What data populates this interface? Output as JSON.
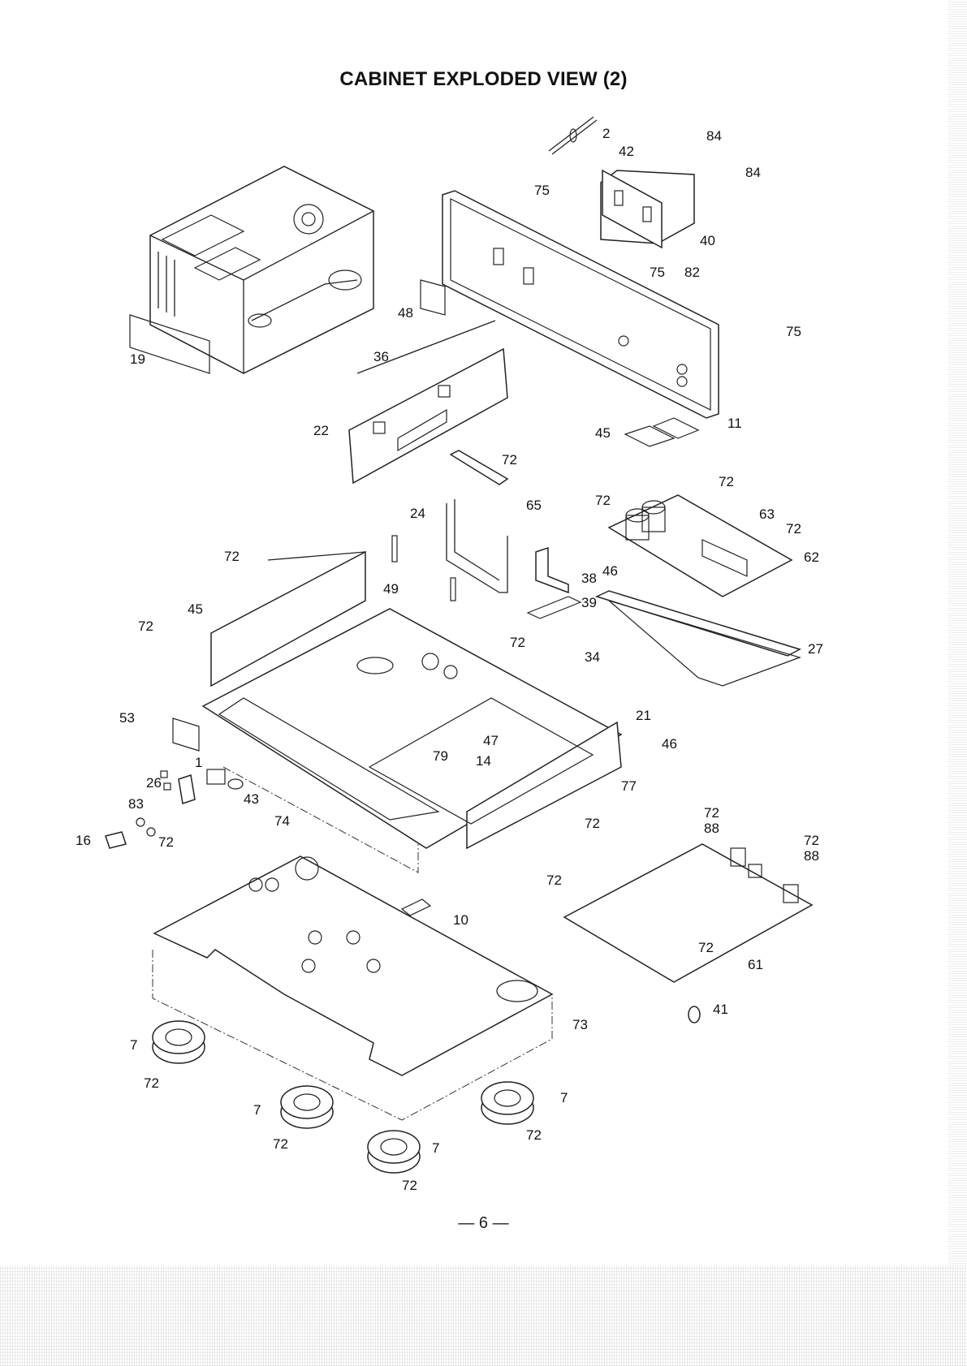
{
  "page": {
    "title": "CABINET EXPLODED VIEW (2)",
    "page_number": "— 6 —"
  },
  "callouts": [
    {
      "id": "c2",
      "label": "2"
    },
    {
      "id": "c42",
      "label": "42"
    },
    {
      "id": "c84a",
      "label": "84"
    },
    {
      "id": "c84b",
      "label": "84"
    },
    {
      "id": "c75a",
      "label": "75"
    },
    {
      "id": "c40",
      "label": "40"
    },
    {
      "id": "c75b",
      "label": "75"
    },
    {
      "id": "c82",
      "label": "82"
    },
    {
      "id": "c75c",
      "label": "75"
    },
    {
      "id": "c48",
      "label": "48"
    },
    {
      "id": "c19",
      "label": "19"
    },
    {
      "id": "c36",
      "label": "36"
    },
    {
      "id": "c11",
      "label": "11"
    },
    {
      "id": "c22",
      "label": "22"
    },
    {
      "id": "c45a",
      "label": "45"
    },
    {
      "id": "c72a",
      "label": "72"
    },
    {
      "id": "c65",
      "label": "65"
    },
    {
      "id": "c24",
      "label": "24"
    },
    {
      "id": "c72b",
      "label": "72"
    },
    {
      "id": "c72c",
      "label": "72"
    },
    {
      "id": "c63",
      "label": "63"
    },
    {
      "id": "c72d",
      "label": "72"
    },
    {
      "id": "c62",
      "label": "62"
    },
    {
      "id": "c72e",
      "label": "72"
    },
    {
      "id": "c38",
      "label": "38"
    },
    {
      "id": "c46a",
      "label": "46"
    },
    {
      "id": "c45b",
      "label": "45"
    },
    {
      "id": "c49",
      "label": "49"
    },
    {
      "id": "c39",
      "label": "39"
    },
    {
      "id": "c72f",
      "label": "72"
    },
    {
      "id": "c72g",
      "label": "72"
    },
    {
      "id": "c34",
      "label": "34"
    },
    {
      "id": "c27",
      "label": "27"
    },
    {
      "id": "c53",
      "label": "53"
    },
    {
      "id": "c21",
      "label": "21"
    },
    {
      "id": "c47",
      "label": "47"
    },
    {
      "id": "c46b",
      "label": "46"
    },
    {
      "id": "c79",
      "label": "79"
    },
    {
      "id": "c14",
      "label": "14"
    },
    {
      "id": "c1",
      "label": "1"
    },
    {
      "id": "c26",
      "label": "26"
    },
    {
      "id": "c43",
      "label": "43"
    },
    {
      "id": "c77",
      "label": "77"
    },
    {
      "id": "c83",
      "label": "83"
    },
    {
      "id": "c74",
      "label": "74"
    },
    {
      "id": "c72h",
      "label": "72"
    },
    {
      "id": "c72i",
      "label": "72"
    },
    {
      "id": "c88a",
      "label": "88"
    },
    {
      "id": "c16",
      "label": "16"
    },
    {
      "id": "c72j",
      "label": "72"
    },
    {
      "id": "c72k",
      "label": "72"
    },
    {
      "id": "c88b",
      "label": "88"
    },
    {
      "id": "c72l",
      "label": "72"
    },
    {
      "id": "c10",
      "label": "10"
    },
    {
      "id": "c72m",
      "label": "72"
    },
    {
      "id": "c61",
      "label": "61"
    },
    {
      "id": "c41",
      "label": "41"
    },
    {
      "id": "c73",
      "label": "73"
    },
    {
      "id": "c7a",
      "label": "7"
    },
    {
      "id": "c72n",
      "label": "72"
    },
    {
      "id": "c7b",
      "label": "7"
    },
    {
      "id": "c7c",
      "label": "7"
    },
    {
      "id": "c72o",
      "label": "72"
    },
    {
      "id": "c72p",
      "label": "72"
    },
    {
      "id": "c7d",
      "label": "7"
    },
    {
      "id": "c72q",
      "label": "72"
    }
  ]
}
